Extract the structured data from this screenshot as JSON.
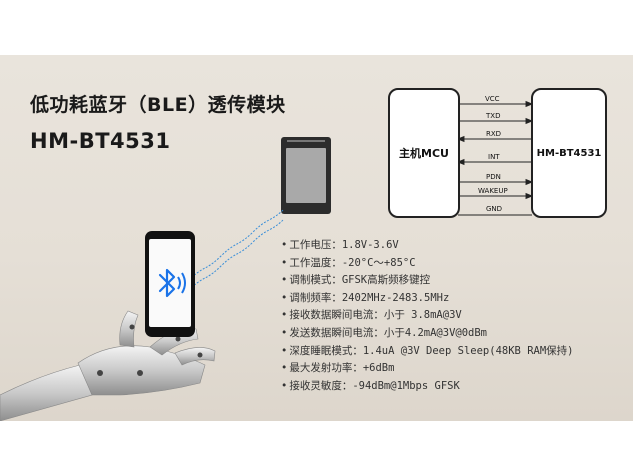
{
  "header": {
    "title": "低功耗蓝牙（BLE）透传模块",
    "model": "HM-BT4531"
  },
  "diagram": {
    "host_label": "主机MCU",
    "module_label": "HM-BT4531",
    "pins": [
      "VCC",
      "TXD",
      "RXD",
      "INT",
      "PDN",
      "WAKEUP",
      "GND"
    ]
  },
  "specs": [
    "工作电压：1.8V-3.6V",
    "工作温度：-20°C～+85°C",
    "调制模式：GFSK高斯频移键控",
    "调制频率：2402MHz-2483.5MHz",
    "接收数据瞬间电流：小于 3.8mA@3V",
    "发送数据瞬间电流：小于4.2mA@3V@0dBm",
    "深度睡眠模式：1.4uA @3V Deep Sleep(48KB RAM保持)",
    "最大发射功率：+6dBm",
    "接收灵敏度：-94dBm@1Mbps GFSK"
  ],
  "icons": {
    "bluetooth": "bluetooth-icon",
    "signal": "signal-waves-icon"
  },
  "colors": {
    "bluetooth": "#1a73e8",
    "signal": "#3b8fd8"
  }
}
